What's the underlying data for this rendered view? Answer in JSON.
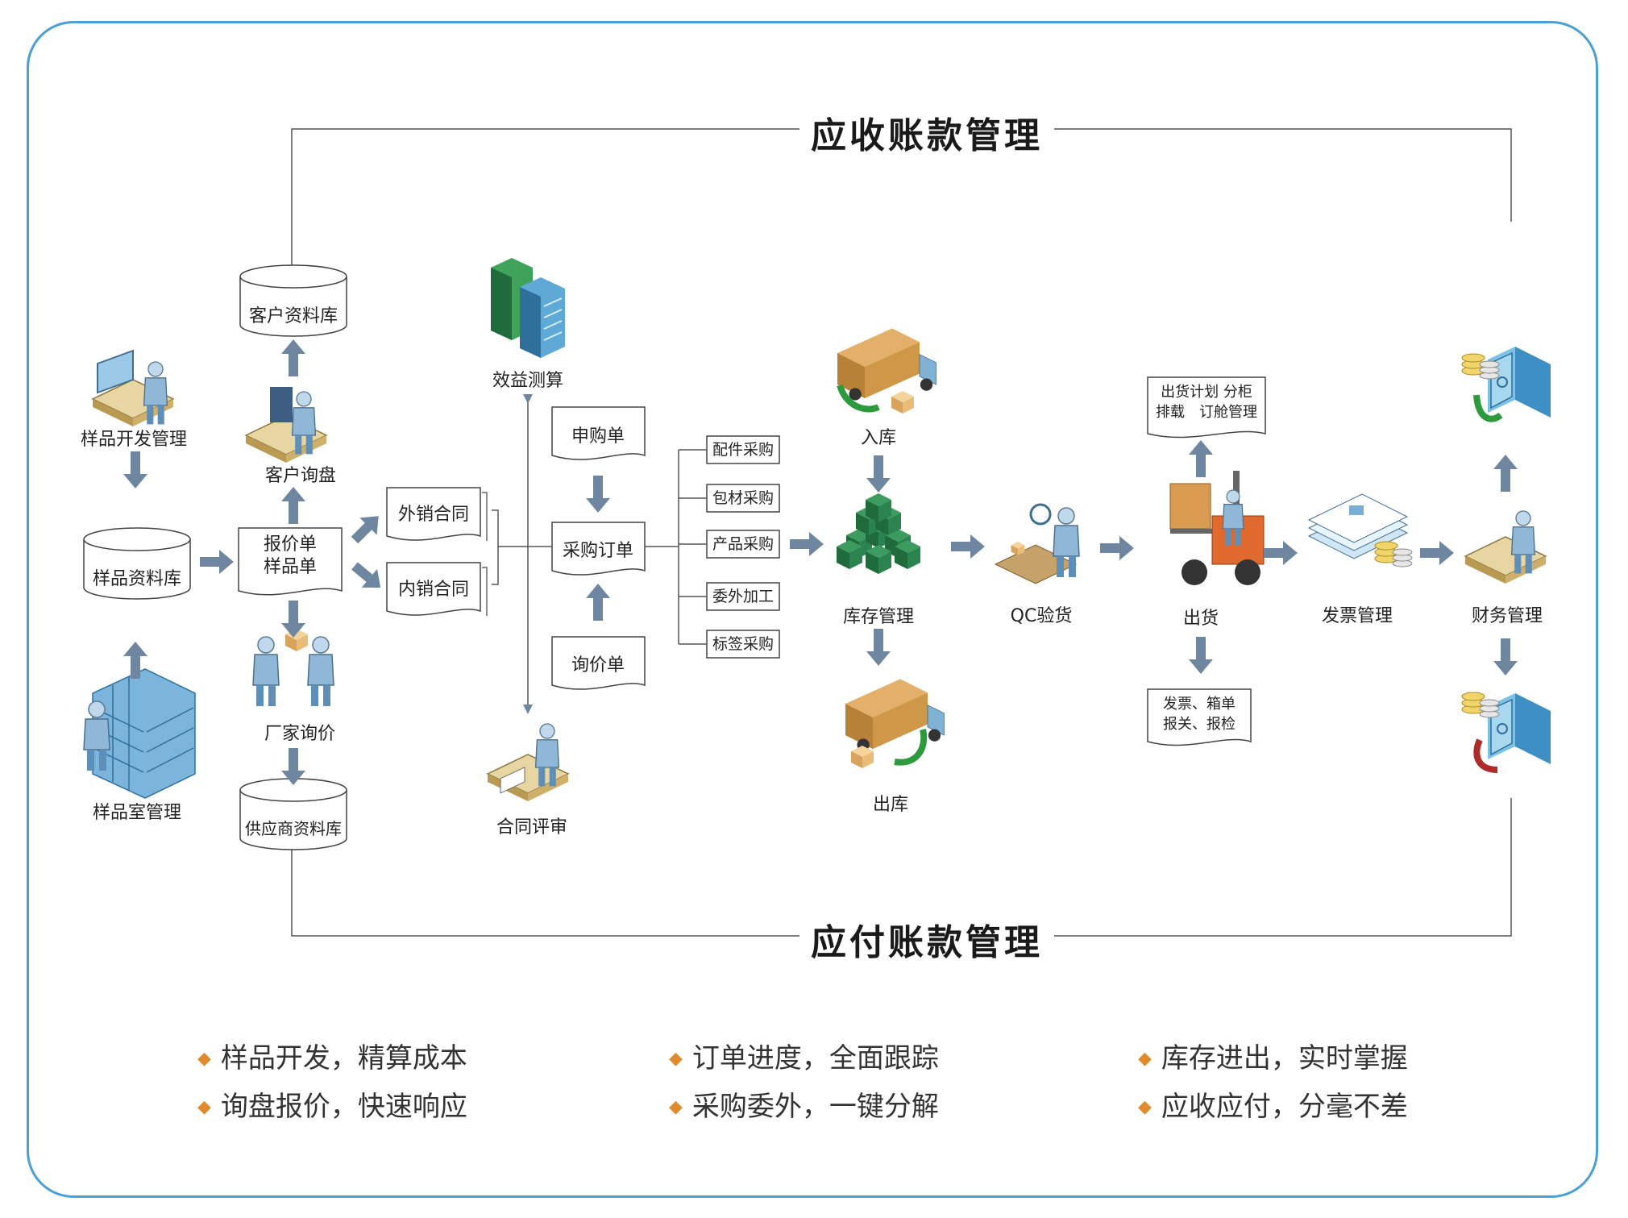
{
  "titles": {
    "top": "应收账款管理",
    "bottom": "应付账款管理"
  },
  "nodes": {
    "sample_dev": "样品开发管理",
    "sample_db": "样品资料库",
    "sample_room": "样品室管理",
    "customer_db": "客户资料库",
    "customer_inquiry": "客户询盘",
    "quote_line1": "报价单",
    "quote_line2": "样品单",
    "factory_inquiry": "厂家询价",
    "supplier_db": "供应商资料库",
    "export_contract": "外销合同",
    "domestic_contract": "内销合同",
    "benefit_calc": "效益测算",
    "contract_review": "合同评审",
    "purchase_request": "申购单",
    "purchase_order": "采购订单",
    "inquiry_sheet": "询价单",
    "stock_in": "入库",
    "inventory": "库存管理",
    "stock_out": "出库",
    "qc": "QC验货",
    "shipping": "出货",
    "invoice_mgmt": "发票管理",
    "finance_mgmt": "财务管理"
  },
  "purchase_types": [
    "配件采购",
    "包材采购",
    "产品采购",
    "委外加工",
    "标签采购"
  ],
  "ship_plan": {
    "line1": "出货计划 分柜",
    "line2": "排载　订舱管理"
  },
  "ship_docs": {
    "line1": "发票、箱单",
    "line2": "报关、报检"
  },
  "features": [
    "样品开发，精算成本",
    "询盘报价，快速响应",
    "订单进度，全面跟踪",
    "采购委外，一键分解",
    "库存进出，实时掌握",
    "应收应付，分毫不差"
  ],
  "colors": {
    "frame": "#4a9fd3",
    "arrow": "#6e86a0",
    "accent": "#e08a2e",
    "green_arrow": "#2e9a3e",
    "red_arrow": "#b02a2a"
  }
}
